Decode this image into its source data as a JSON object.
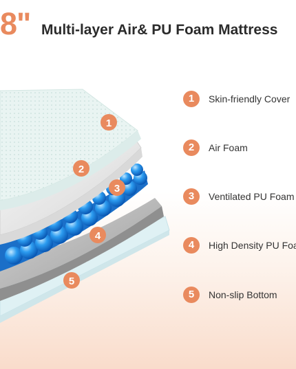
{
  "header": {
    "size": "8\"",
    "title": "Multi-layer Air& PU Foam Mattress"
  },
  "layers": [
    {
      "number": "1",
      "label": "Skin-friendly Cover"
    },
    {
      "number": "2",
      "label": "Air Foam"
    },
    {
      "number": "3",
      "label": "Ventilated PU Foam"
    },
    {
      "number": "4",
      "label": "High Density PU Foam"
    },
    {
      "number": "5",
      "label": "Non-slip Bottom"
    }
  ],
  "colors": {
    "accent": "#e98a5e",
    "title_text": "#2b2b2b",
    "cover": "#e6f3f1",
    "air_foam": "#eeeeee",
    "ventilated_foam": "#1f8ee6",
    "high_density_foam": "#b9b9b9",
    "bottom": "#ddf0f3"
  },
  "icons": [
    "number-badge-icon"
  ]
}
